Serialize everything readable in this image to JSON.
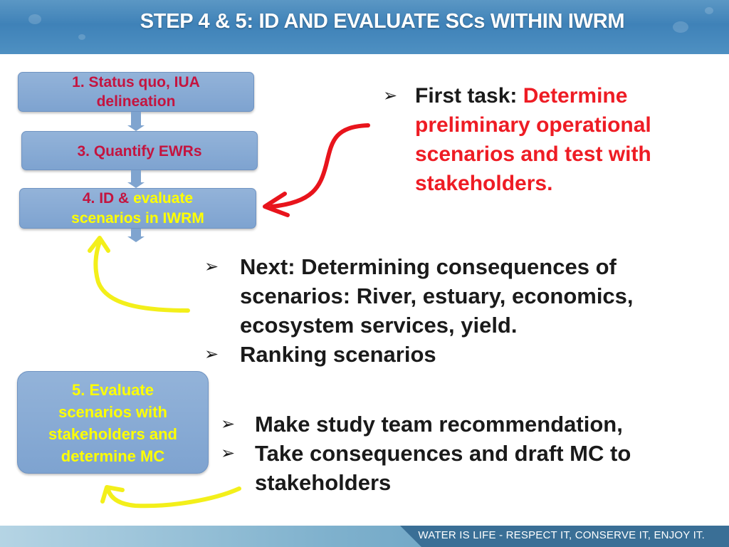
{
  "header": {
    "title": "STEP 4 & 5: ID AND EVALUATE SCs WITHIN IWRM"
  },
  "flow": {
    "box1": {
      "line1": "1.  Status quo, IUA",
      "line2": "delineation"
    },
    "box3": {
      "label": "3.  Quantify EWRs"
    },
    "box4": {
      "prefix": "4.  ID & ",
      "highlight": "evaluate",
      "line2": "scenarios in IWRM"
    },
    "box5": {
      "line1": "5.  Evaluate",
      "line2": "scenarios with",
      "line3": "stakeholders and",
      "line4": "determine MC"
    }
  },
  "bullet_marker": "➢",
  "task": {
    "label": "First task: ",
    "line1": "Determine",
    "line2": "preliminary operational",
    "line3": "scenarios and test with",
    "line4": "stakeholders."
  },
  "next": {
    "line1": "Next: Determining consequences of",
    "line2": "scenarios: River, estuary, economics,",
    "line3": "ecosystem services, yield.",
    "ranking": "Ranking scenarios"
  },
  "recommend": {
    "line1": "Make study team recommendation,",
    "line2": "Take consequences and draft MC to",
    "line3": "stakeholders"
  },
  "footer": {
    "text": "WATER IS LIFE - RESPECT IT, CONSERVE IT, ENJOY IT."
  },
  "colors": {
    "red_text": "#ee1c24",
    "yellow": "#ffff00",
    "box_blue": "#7ea3d0",
    "header_blue": "#4585ba"
  }
}
